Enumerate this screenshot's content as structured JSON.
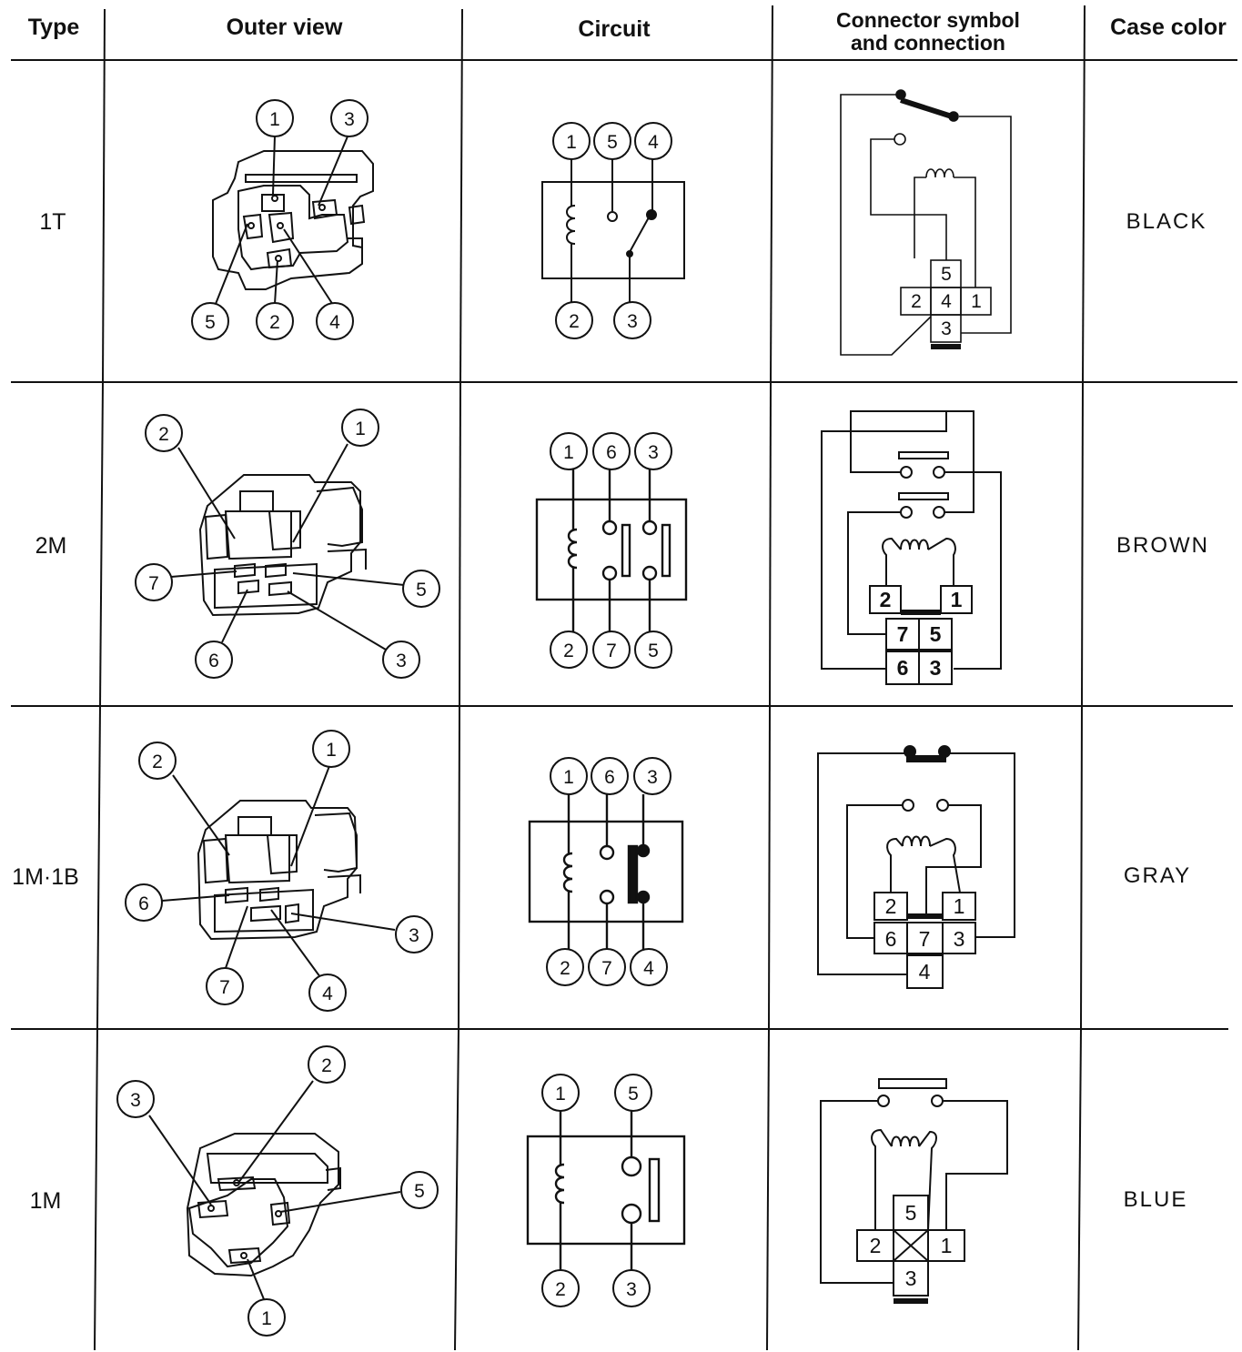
{
  "headers": {
    "type": "Type",
    "outer_view": "Outer view",
    "circuit": "Circuit",
    "connector_line1": "Connector symbol",
    "connector_line2": "and connection",
    "case_color": "Case color"
  },
  "rows": [
    {
      "type": "1T",
      "case_color": "BLACK",
      "outer_view_pins": [
        "1",
        "3",
        "5",
        "2",
        "4"
      ],
      "circuit_top_pins": [
        "1",
        "5",
        "4"
      ],
      "circuit_bottom_pins": [
        "2",
        "3"
      ],
      "connector_cells": [
        "5",
        "2",
        "4",
        "1",
        "3"
      ]
    },
    {
      "type": "2M",
      "case_color": "BROWN",
      "outer_view_pins": [
        "2",
        "1",
        "7",
        "5",
        "6",
        "3"
      ],
      "circuit_top_pins": [
        "1",
        "6",
        "3"
      ],
      "circuit_bottom_pins": [
        "2",
        "7",
        "5"
      ],
      "connector_cells": [
        "2",
        "1",
        "7",
        "5",
        "6",
        "3"
      ]
    },
    {
      "type": "1M·1B",
      "case_color": "GRAY",
      "outer_view_pins": [
        "2",
        "1",
        "6",
        "3",
        "7",
        "4"
      ],
      "circuit_top_pins": [
        "1",
        "6",
        "3"
      ],
      "circuit_bottom_pins": [
        "2",
        "7",
        "4"
      ],
      "connector_cells": [
        "2",
        "1",
        "6",
        "7",
        "3",
        "4"
      ]
    },
    {
      "type": "1M",
      "case_color": "BLUE",
      "outer_view_pins": [
        "3",
        "2",
        "5",
        "1"
      ],
      "circuit_top_pins": [
        "1",
        "5"
      ],
      "circuit_bottom_pins": [
        "2",
        "3"
      ],
      "connector_cells": [
        "5",
        "2",
        "1",
        "3"
      ]
    }
  ],
  "colors": {
    "ink": "#111111",
    "background": "#ffffff"
  }
}
